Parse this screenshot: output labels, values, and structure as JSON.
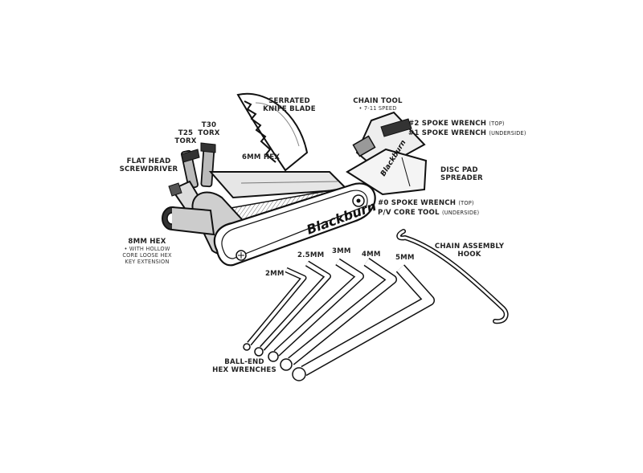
{
  "brand": {
    "name": "Blackburn"
  },
  "labels": {
    "serrated_knife": [
      "SERRATED",
      "KNIFE BLADE"
    ],
    "chain_tool": {
      "title": "CHAIN TOOL",
      "sub": "• 7-11 SPEED"
    },
    "spoke_wrench_2": {
      "title": "#2 SPOKE WRENCH",
      "note": "(TOP)"
    },
    "spoke_wrench_1": {
      "title": "#1 SPOKE WRENCH",
      "note": "(UNDERSIDE)"
    },
    "t30_torx": [
      "T30",
      "TORX"
    ],
    "t25_torx": [
      "T25",
      "TORX"
    ],
    "hex_6mm": "6MM HEX",
    "flat_head": [
      "FLAT HEAD",
      "SCREWDRIVER"
    ],
    "disc_pad": [
      "DISC PAD",
      "SPREADER"
    ],
    "spoke_wrench_0": {
      "title": "#0 SPOKE WRENCH",
      "note": "(TOP)"
    },
    "pv_core": {
      "title": "P/V CORE TOOL",
      "note": "(UNDERSIDE)"
    },
    "hex_8mm": {
      "title": "8MM HEX",
      "sub": [
        "• WITH HOLLOW",
        "CORE LOOSE HEX",
        "KEY EXTENSION"
      ]
    },
    "chain_hook": [
      "CHAIN ASSEMBLY",
      "HOOK"
    ],
    "hex_2mm": "2MM",
    "hex_2_5mm": "2.5MM",
    "hex_3mm": "3MM",
    "hex_4mm": "4MM",
    "hex_5mm": "5MM",
    "ball_end": [
      "BALL-END",
      "HEX WRENCHES"
    ]
  }
}
